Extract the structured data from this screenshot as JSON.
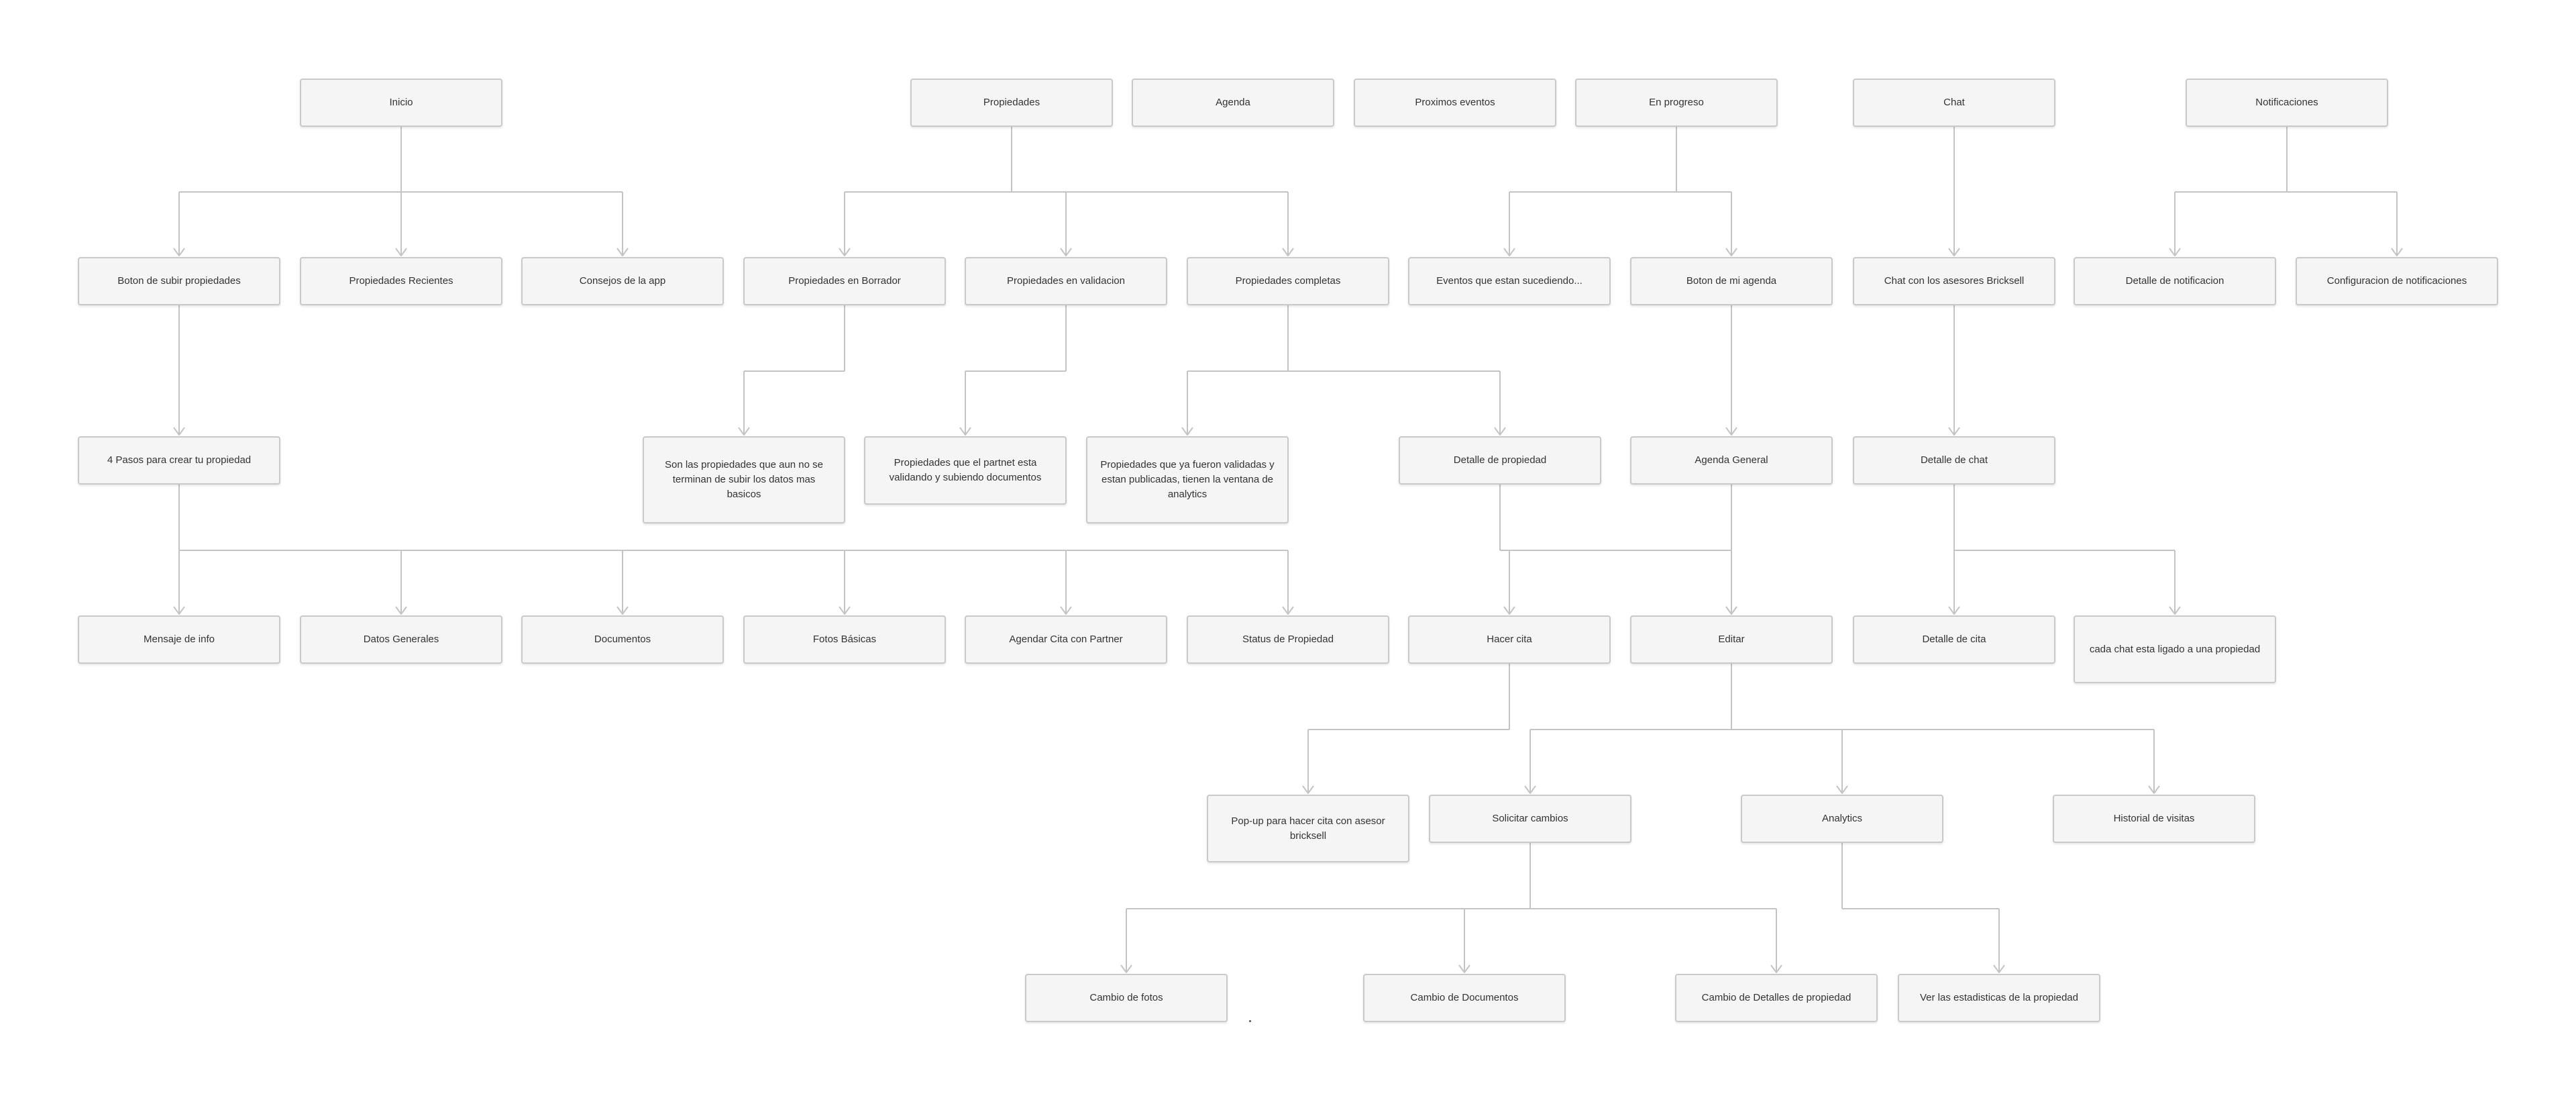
{
  "nodes": {
    "inicio": "Inicio",
    "propiedades": "Propiedades",
    "agenda": "Agenda",
    "proximos_eventos": "Proximos eventos",
    "en_progreso": "En progreso",
    "chat": "Chat",
    "notificaciones": "Notificaciones",
    "boton_subir": "Boton de subir propiedades",
    "propiedades_recientes": "Propiedades Recientes",
    "consejos": "Consejos de la app",
    "prop_borrador": "Propiedades en Borrador",
    "prop_validacion": "Propiedades en validacion",
    "prop_completas": "Propiedades completas",
    "eventos_sucediendo": "Eventos que estan sucediendo...",
    "boton_agenda": "Boton de mi agenda",
    "chat_asesores": "Chat con los asesores Bricksell",
    "detalle_notificacion": "Detalle de notificacion",
    "config_notificaciones": "Configuracion de notificaciones",
    "cuatro_pasos": "4 Pasos para crear tu propiedad",
    "desc_borrador": "Son las propiedades que aun no se terminan de subir los datos mas basicos",
    "desc_validacion": "Propiedades que el partnet esta validando y subiendo documentos",
    "desc_completas": "Propiedades que ya fueron validadas y estan publicadas, tienen la ventana de analytics",
    "detalle_propiedad": "Detalle de propiedad",
    "agenda_general": "Agenda General",
    "detalle_chat": "Detalle de chat",
    "mensaje_info": "Mensaje de info",
    "datos_generales": "Datos Generales",
    "documentos": "Documentos",
    "fotos_basicas": "Fotos Básicas",
    "agendar_cita": "Agendar Cita con Partner",
    "status_propiedad": "Status de Propiedad",
    "hacer_cita": "Hacer cita",
    "editar": "Editar",
    "detalle_cita": "Detalle de cita",
    "chat_ligado": "cada chat esta ligado a una propiedad",
    "popup_cita": "Pop-up para hacer cita con asesor bricksell",
    "solicitar_cambios": "Solicitar cambios",
    "analytics": "Analytics",
    "historial_visitas": "Historial de visitas",
    "cambio_fotos": "Cambio de fotos",
    "cambio_documentos": "Cambio de Documentos",
    "cambio_detalles": "Cambio de Detalles de propiedad",
    "ver_estadisticas": "Ver las estadisticas de la propiedad"
  },
  "edges": [
    [
      "inicio",
      [
        "boton_subir",
        "propiedades_recientes",
        "consejos"
      ]
    ],
    [
      "propiedades",
      [
        "prop_borrador",
        "prop_validacion",
        "prop_completas"
      ]
    ],
    [
      "en_progreso",
      [
        "eventos_sucediendo",
        "boton_agenda"
      ]
    ],
    [
      "chat",
      [
        "chat_asesores"
      ]
    ],
    [
      "notificaciones",
      [
        "detalle_notificacion",
        "config_notificaciones"
      ]
    ],
    [
      "boton_subir",
      [
        "cuatro_pasos"
      ]
    ],
    [
      "prop_borrador",
      [
        "desc_borrador"
      ]
    ],
    [
      "prop_validacion",
      [
        "desc_validacion"
      ]
    ],
    [
      "prop_completas",
      [
        "desc_completas",
        "detalle_propiedad"
      ]
    ],
    [
      "boton_agenda",
      [
        "agenda_general"
      ]
    ],
    [
      "chat_asesores",
      [
        "detalle_chat"
      ]
    ],
    [
      "cuatro_pasos",
      [
        "mensaje_info",
        "datos_generales",
        "documentos",
        "fotos_basicas",
        "agendar_cita",
        "status_propiedad"
      ]
    ],
    [
      "detalle_propiedad",
      [
        "hacer_cita",
        "editar"
      ]
    ],
    [
      "agenda_general",
      [
        "editar"
      ]
    ],
    [
      "detalle_chat",
      [
        "detalle_cita",
        "chat_ligado"
      ]
    ],
    [
      "hacer_cita",
      [
        "popup_cita"
      ]
    ],
    [
      "editar",
      [
        "solicitar_cambios",
        "analytics",
        "historial_visitas"
      ]
    ],
    [
      "solicitar_cambios",
      [
        "cambio_fotos",
        "cambio_documentos",
        "cambio_detalles"
      ]
    ],
    [
      "analytics",
      [
        "ver_estadisticas"
      ]
    ]
  ]
}
